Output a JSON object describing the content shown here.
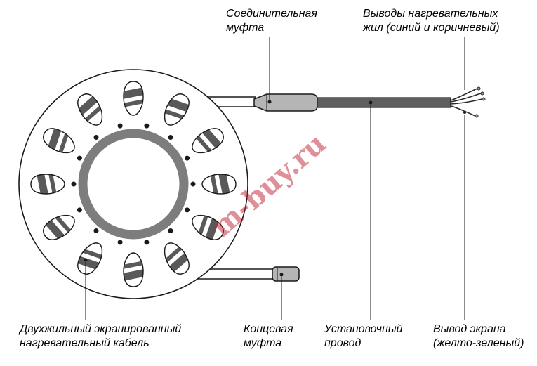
{
  "watermark": {
    "text": "m-buy.ru",
    "color": "#c02030"
  },
  "labels": {
    "connecting_coupling": {
      "line1": "Соединительная",
      "line2": "муфта"
    },
    "heating_leads": {
      "line1": "Выводы нагревательных",
      "line2": "жил (синий и коричневый)"
    },
    "heating_cable": {
      "line1": "Двухжильный экранированный",
      "line2": "нагревательный кабель"
    },
    "end_coupling": {
      "line1": "Концевая",
      "line2": "муфта"
    },
    "installation_wire": {
      "line1": "Установочный",
      "line2": "провод"
    },
    "shield_lead": {
      "line1": "Вывод экрана",
      "line2": "(желто-зеленый)"
    }
  },
  "colors": {
    "outline": "#1a1a1a",
    "hub_gray": "#7d7d7d",
    "coupling_gray": "#b5b5b5",
    "wire_dark": "#5f5f5f",
    "watermark_red": "#c02030"
  }
}
